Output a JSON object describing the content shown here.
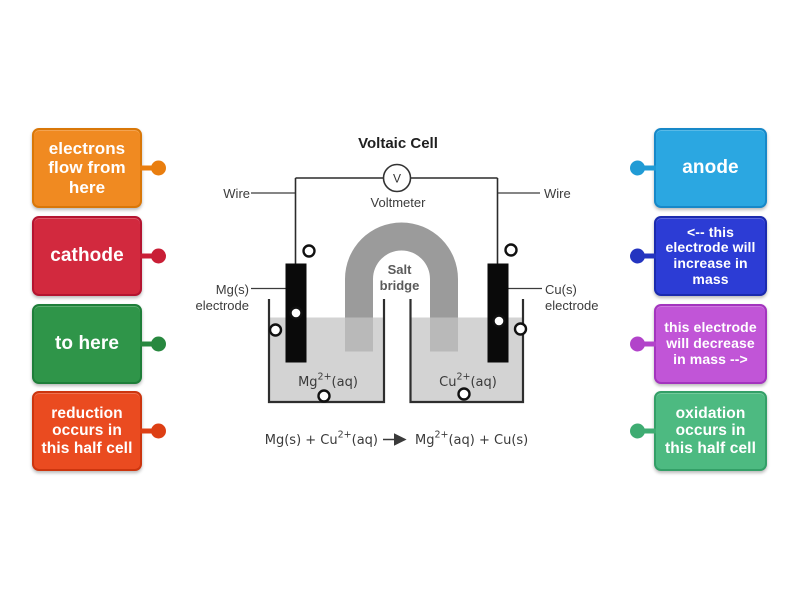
{
  "left_labels": [
    {
      "text": "electrons flow from here",
      "fill": "#F08A21",
      "border": "#D97708",
      "dot": "#E97E0F"
    },
    {
      "text": "cathode",
      "fill": "#D2293E",
      "border": "#B41430",
      "dot": "#C91E36"
    },
    {
      "text": "to here",
      "fill": "#2F9549",
      "border": "#1E7E39",
      "dot": "#28883F"
    },
    {
      "text": "reduction occurs in this half cell",
      "fill": "#EA4B20",
      "border": "#CC350E",
      "dot": "#DD3F14"
    }
  ],
  "right_labels": [
    {
      "text": "anode",
      "fill": "#2BA7E1",
      "border": "#1788C8",
      "dot": "#209BD5"
    },
    {
      "text": "<-- this electrode will increase in mass",
      "fill": "#2C3CD5",
      "border": "#1A2AAE",
      "dot": "#2434C0"
    },
    {
      "text": "this electrode will decrease in mass -->",
      "fill": "#C155D7",
      "border": "#A334BE",
      "dot": "#B243CA"
    },
    {
      "text": "oxidation occurs in this half cell",
      "fill": "#4DBA81",
      "border": "#339F67",
      "dot": "#3EAC72"
    }
  ],
  "diagram": {
    "title": "Voltaic Cell",
    "voltmeter_symbol": "V",
    "voltmeter_label": "Voltmeter",
    "wire_left": "Wire",
    "wire_right": "Wire",
    "salt_bridge_line1": "Salt",
    "salt_bridge_line2": "bridge",
    "left_electrode_line1": "Mg(s)",
    "left_electrode_line2": "electrode",
    "right_electrode_line1": "Cu(s)",
    "right_electrode_line2": "electrode",
    "left_solution": {
      "base": "Mg",
      "sup": "2+",
      "suffix": "(aq)"
    },
    "right_solution": {
      "base": "Cu",
      "sup": "2+",
      "suffix": "(aq)"
    },
    "equation": {
      "left_base": "Mg(s) + Cu",
      "left_sup": "2+",
      "left_suffix": "(aq)",
      "right_base": "Mg",
      "right_sup": "2+",
      "right_suffix": "(aq) + Cu(s)"
    }
  },
  "colors": {
    "background": "#ffffff",
    "wire": "#2b2b2b",
    "electrode": "#0a0a0a",
    "salt_bridge": "#9b9b9b",
    "salt_bridge_submerged": "#b9b9b9",
    "solution": "#d3d3d3"
  }
}
